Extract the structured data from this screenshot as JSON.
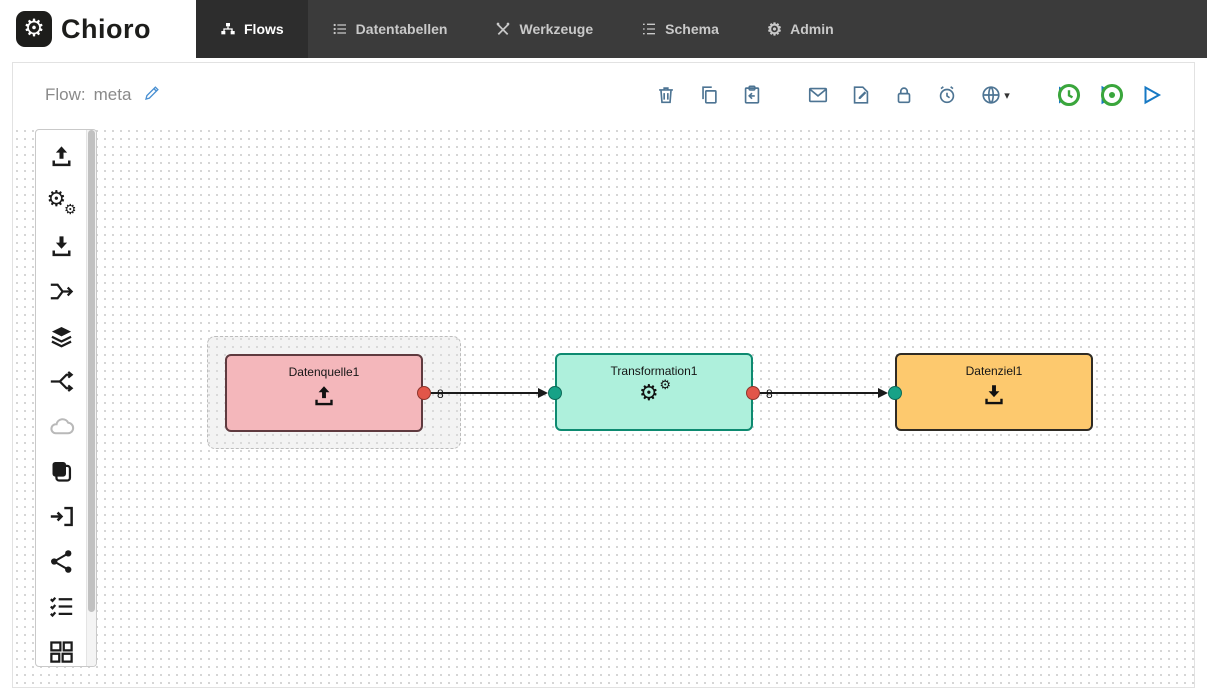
{
  "brand": {
    "name": "Chioro"
  },
  "nav": {
    "items": [
      {
        "label": "Flows",
        "active": true
      },
      {
        "label": "Datentabellen",
        "active": false
      },
      {
        "label": "Werkzeuge",
        "active": false
      },
      {
        "label": "Schema",
        "active": false
      },
      {
        "label": "Admin",
        "active": false
      }
    ]
  },
  "toolbar": {
    "flow_prefix": "Flow:",
    "flow_name": "meta",
    "icons": [
      "delete",
      "duplicate",
      "paste",
      "mail",
      "edit-document",
      "lock",
      "schedule",
      "globe-dropdown",
      "run-with-history",
      "run-with-options",
      "run"
    ],
    "accent_icon_color": "#4d7493",
    "run_icon_color": "#1779c4",
    "run_badge_color": "#3aa63c",
    "edit_icon_color": "#4a90d2"
  },
  "palette": {
    "icons": [
      "data-source-upload",
      "gears-tool",
      "data-target-download",
      "merge",
      "layers",
      "split",
      "cloud",
      "copy-pages",
      "pipe-input",
      "share",
      "checklist",
      "grid"
    ]
  },
  "canvas": {
    "nodes": [
      {
        "title": "Datenquelle1",
        "type": "source",
        "fill": "#f4b7bb",
        "border": "#5f3a3f",
        "selected": true,
        "output_label": "8"
      },
      {
        "title": "Transformation1",
        "type": "transform",
        "fill": "#aef0dc",
        "border": "#0d8a70",
        "selected": false,
        "output_label": "8"
      },
      {
        "title": "Datenziel1",
        "type": "target",
        "fill": "#fdc96e",
        "border": "#2f2b24",
        "selected": false,
        "output_label": ""
      }
    ],
    "port_colors": {
      "output": "#e25649",
      "input": "#17a287"
    }
  }
}
